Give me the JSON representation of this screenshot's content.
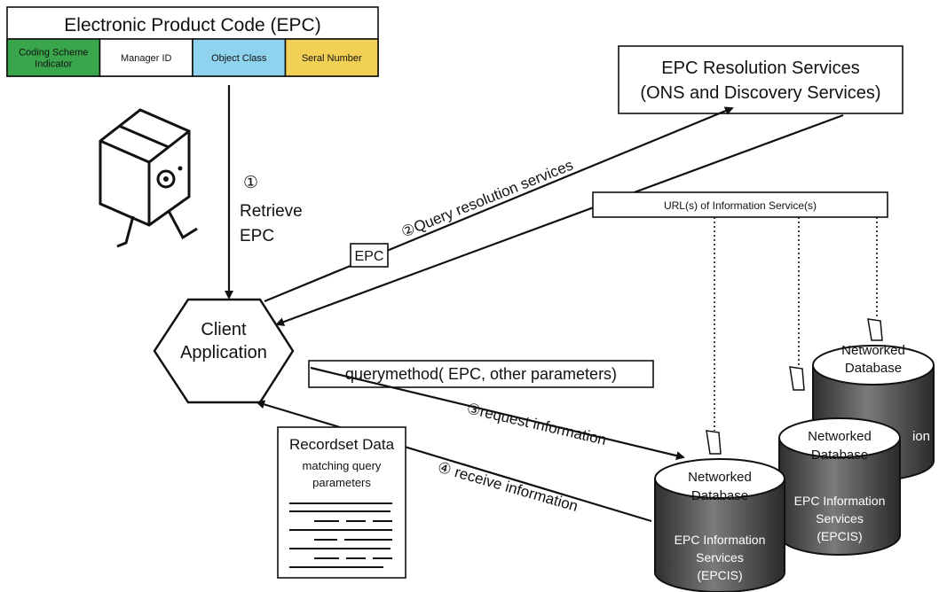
{
  "epc_table": {
    "title": "Electronic Product Code (EPC)",
    "fields": [
      {
        "lines": [
          "Coding Scheme",
          "Indicator"
        ],
        "color": "#3aa64c"
      },
      {
        "lines": [
          "Manager ID"
        ],
        "color": "#ffffff"
      },
      {
        "lines": [
          "Object Class"
        ],
        "color": "#8fd3ef"
      },
      {
        "lines": [
          "Seral Number"
        ],
        "color": "#f2cf55"
      }
    ]
  },
  "resolution_services": {
    "line1": "EPC Resolution Services",
    "line2": "(ONS and Discovery Services)"
  },
  "url_label": "URL(s) of Information Service(s)",
  "step1": {
    "num": "①",
    "line1": "Retrieve",
    "line2": "EPC"
  },
  "step2": "②Query resolution services",
  "epc_tag": "EPC",
  "client": {
    "line1": "Client",
    "line2": "Application"
  },
  "query_method": "querymethod( EPC, other parameters)",
  "step3": "③request information",
  "step4": "④  receive information",
  "recordset": {
    "title": "Recordset Data",
    "line1": "matching query",
    "line2": "parameters"
  },
  "databases": [
    {
      "top1": "Networked",
      "top2": "Database",
      "side1": "EPC Information",
      "side2": "Services",
      "side3": "(EPCIS)"
    },
    {
      "top1": "Networked",
      "top2": "Database",
      "side1": "EPC Information",
      "side2": "Services",
      "side3": "(EPCIS)"
    },
    {
      "top1": "Networked",
      "top2": "Database",
      "side1": "",
      "side2": "ion",
      "side3": ""
    }
  ],
  "colors": {
    "db_body": "#5a5a5a",
    "db_text": "#ffffff"
  }
}
